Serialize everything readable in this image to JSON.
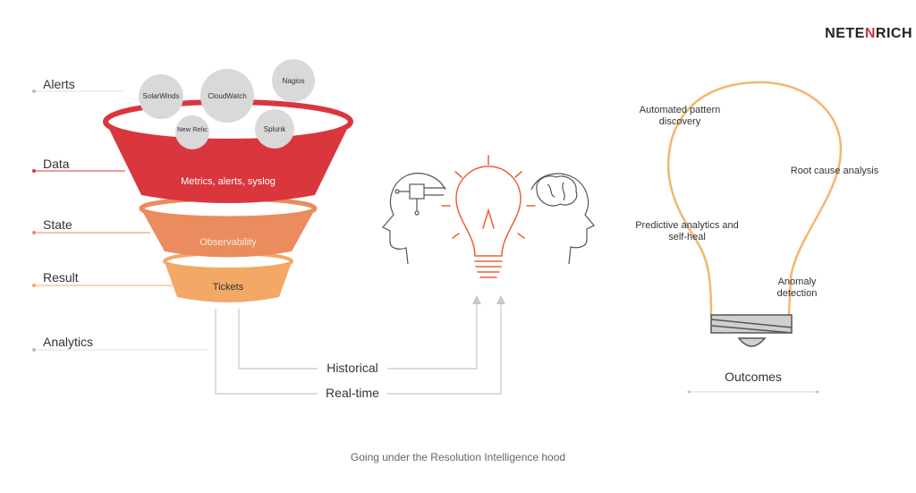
{
  "brand": {
    "prefix": "NETE",
    "accent": "N",
    "suffix": "RICH",
    "full": "NETENRICH"
  },
  "levels": [
    "Alerts",
    "Data",
    "State",
    "Result",
    "Analytics"
  ],
  "sources": [
    "SolarWinds",
    "CloudWatch",
    "Nagios",
    "New Relic",
    "Splunk"
  ],
  "funnel": {
    "top": "Metrics, alerts, syslog",
    "middle": "Observability",
    "bottom": "Tickets"
  },
  "flows": {
    "historical": "Historical",
    "realtime": "Real-time"
  },
  "outcomes": {
    "title": "Outcomes",
    "items": [
      "Automated pattern discovery",
      "Root cause analysis",
      "Predictive analytics and self-heal",
      "Anomaly detection"
    ]
  },
  "caption": "Going under the Resolution Intelligence hood",
  "colors": {
    "funnel_top": "#d9363e",
    "funnel_mid": "#ea8c5e",
    "funnel_bottom": "#f3a866",
    "bulb_outline": "#f4b66e",
    "accent_orange": "#e9603c",
    "source_bubble": "#d9d9d9",
    "flow_line": "#c8c8c8"
  }
}
